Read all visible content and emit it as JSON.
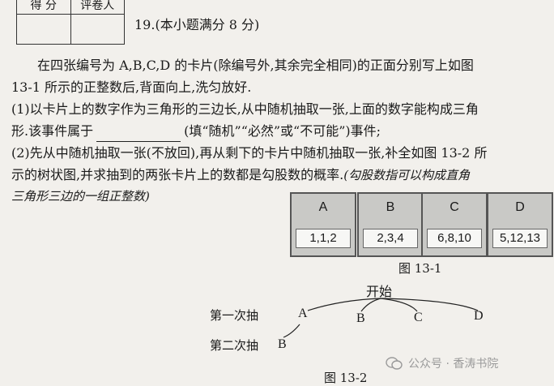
{
  "score_table": {
    "col1": "得 分",
    "col2": "评卷人"
  },
  "question": {
    "title": "19.(本小题满分 8 分)",
    "intro_line1": "在四张编号为 A,B,C,D 的卡片(除编号外,其余完全相同)的正面分别写上如图",
    "intro_line2": "13-1 所示的正整数后,背面向上,洗匀放好.",
    "part1_line1": "(1)以卡片上的数字作为三角形的三边长,从中随机抽取一张,上面的数字能构成三角",
    "part1_line2a": "形.该事件属于",
    "part1_line2b": "(填“随机”“必然”或“不可能”)事件;",
    "part2_line1": "(2)先从中随机抽取一张(不放回),再从剩下的卡片中随机抽取一张,补全如图 13-2 所",
    "part2_line2a": "示的树状图,并求抽到的两张卡片上的数都是勾股数的概率.",
    "part2_line2b": "(勾股数指可以构成直角",
    "part2_line3": "三角形三边的一组正整数)"
  },
  "cards": [
    {
      "letter": "A",
      "numbers": "1,1,2"
    },
    {
      "letter": "B",
      "numbers": "2,3,4"
    },
    {
      "letter": "C",
      "numbers": "6,8,10"
    },
    {
      "letter": "D",
      "numbers": "5,12,13"
    }
  ],
  "figure1_caption": "图 13-1",
  "tree": {
    "start": "开始",
    "first_draw_label": "第一次抽",
    "second_draw_label": "第二次抽",
    "first_nodes": [
      "A",
      "B",
      "C",
      "D"
    ],
    "second_node": "B"
  },
  "figure2_caption": "图 13-2",
  "watermark": "公众号 · 香涛书院"
}
